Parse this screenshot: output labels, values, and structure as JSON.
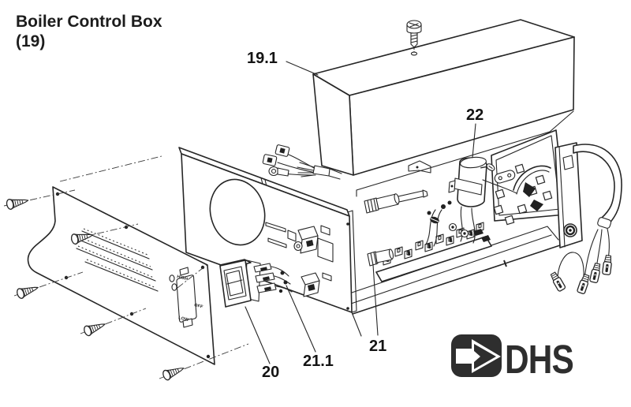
{
  "title": {
    "line1": "Boiler Control Box",
    "line2": "(19)"
  },
  "callouts": [
    {
      "label": "19.1"
    },
    {
      "label": "20"
    },
    {
      "label": "21"
    },
    {
      "label": "21.1"
    },
    {
      "label": "22"
    }
  ],
  "panel": {
    "switch_labels": [
      "HIGH",
      "OFF",
      "LOW"
    ]
  },
  "logo": {
    "text": "DHS"
  },
  "colors": {
    "line": "#262626",
    "background": "#ffffff",
    "logo": "#2e2e2e"
  }
}
